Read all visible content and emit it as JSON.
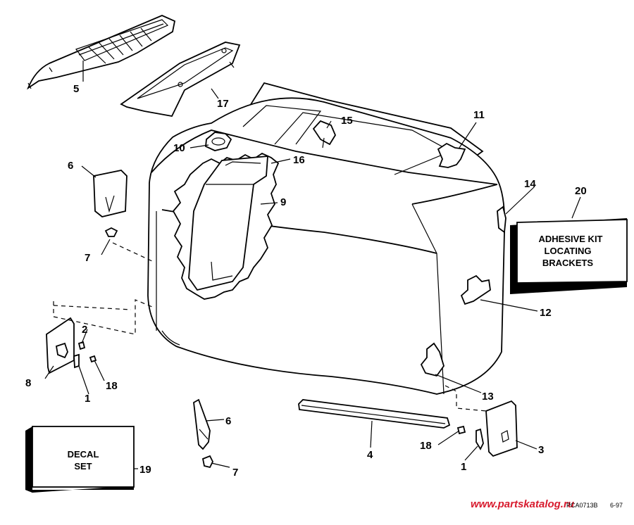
{
  "diagram": {
    "callouts": [
      "1",
      "1",
      "2",
      "3",
      "4",
      "5",
      "6",
      "6",
      "7",
      "7",
      "8",
      "9",
      "10",
      "11",
      "12",
      "13",
      "14",
      "15",
      "16",
      "17",
      "18",
      "18",
      "19",
      "20"
    ],
    "box_adhesive_lines": [
      "ADHESIVE KIT",
      "LOCATING",
      "BRACKETS"
    ],
    "box_decal_lines": [
      "DECAL",
      "SET"
    ],
    "footer_code": "PCA0713B",
    "footer_date": "6-97",
    "watermark": "www.partskatalog.ru",
    "watermark_color": "#d81b2e"
  }
}
